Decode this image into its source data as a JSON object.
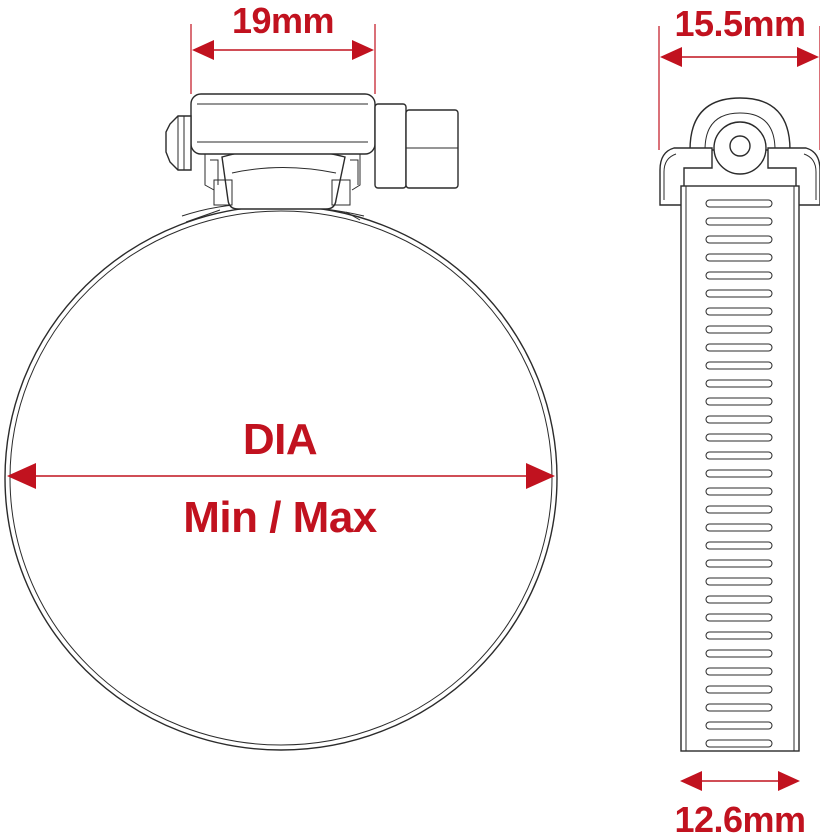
{
  "labels": {
    "screw_housing_width": "19mm",
    "clamp_width": "15.5mm",
    "band_width": "12.6mm",
    "diameter_title": "DIA",
    "diameter_range": "Min / Max"
  },
  "colors": {
    "dimension": "#c1121f",
    "outline": "#2b2b2b",
    "background": "#ffffff"
  }
}
